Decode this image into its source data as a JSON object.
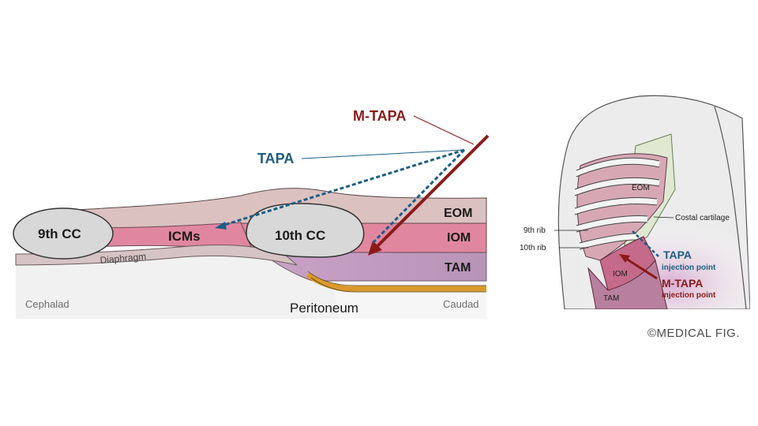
{
  "labels": {
    "m_tapa": "M-TAPA",
    "tapa": "TAPA",
    "eom": "EOM",
    "iom": "IOM",
    "tam": "TAM",
    "cc9": "9th CC",
    "cc10": "10th CC",
    "icms": "ICMs",
    "diaphragm": "Diaphragm",
    "peritoneum": "Peritoneum",
    "cephalad": "Cephalad",
    "caudad": "Caudad"
  },
  "inset": {
    "eom": "EOM",
    "costal_cartilage": "Costal cartilage",
    "rib9": "9th rib",
    "rib10": "10th rib",
    "iom": "IOM",
    "tam": "TAM",
    "tapa": "TAPA",
    "tapa_sub": "injection point",
    "m_tapa": "M-TAPA",
    "m_tapa_sub": "injection point"
  },
  "credit": "©MEDICAL FIG.",
  "colors": {
    "eom": "#dcc1c1",
    "iom": "#e0879f",
    "tam": "#c9a3c7",
    "bone": "#d8d8d8",
    "m_tapa": "#8b1a1a",
    "tapa": "#1c5e84",
    "peritoneum": "#d99a2b"
  }
}
